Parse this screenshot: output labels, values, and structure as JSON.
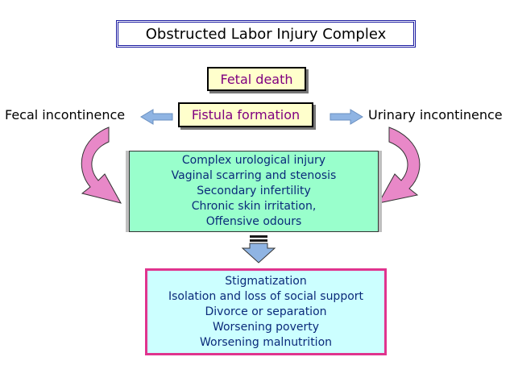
{
  "diagram": {
    "title": "Obstructed Labor Injury Complex",
    "fetal_death": "Fetal death",
    "fistula_formation": "Fistula formation",
    "fecal_incontinence": "Fecal incontinence",
    "urinary_incontinence": "Urinary incontinence",
    "injury_lines": [
      "Complex urological injury",
      "Vaginal scarring and stenosis",
      "Secondary infertility",
      "Chronic skin irritation,",
      "Offensive odours"
    ],
    "social_lines": [
      "Stigmatization",
      "Isolation and loss of social support",
      "Divorce or separation",
      "Worsening poverty",
      "Worsening malnutrition"
    ]
  },
  "colors": {
    "title_border": "#1a1aa0",
    "label_fill": "#ffffcc",
    "label_text": "#800080",
    "injury_fill": "#99ffcc",
    "social_fill": "#ccffff",
    "social_border": "#e0348e",
    "arrow_blue": "#8fb4e3",
    "curved_arrow_pink": "#e888c8",
    "body_text": "#0a2a7a"
  }
}
